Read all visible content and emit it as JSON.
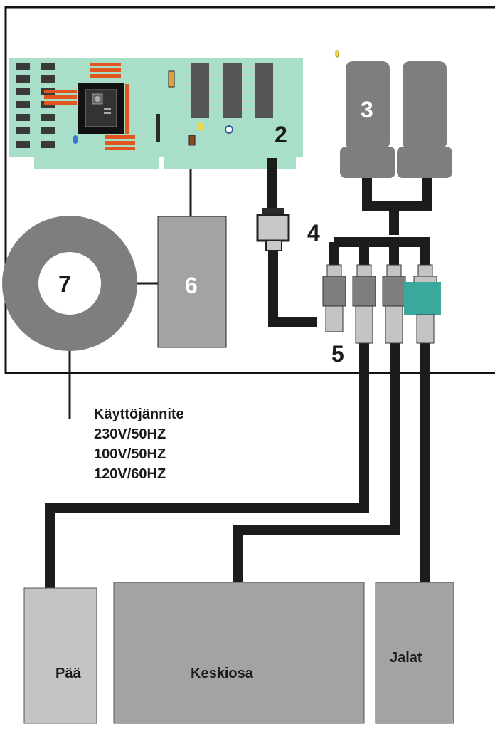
{
  "labels": {
    "card": "2",
    "filters": "3",
    "junction": "4",
    "connectors": "5",
    "module": "6",
    "transformer": "7"
  },
  "supply": {
    "title": "Käyttöjännite",
    "voltages": [
      "230V/50HZ",
      "100V/50HZ",
      "120V/60HZ"
    ]
  },
  "outputs": {
    "head": "Pää",
    "middle": "Keskiosa",
    "legs": "Jalat"
  },
  "colors": {
    "card": "#a9dfc8",
    "cable": "#1c1c1c",
    "gray_dark": "#7e7e7e",
    "gray_mid": "#a3a3a3",
    "gray_light": "#c4c4c4",
    "connector_accent": "#3aa99c",
    "resistor": "#e0561e",
    "chip": "#555555"
  }
}
